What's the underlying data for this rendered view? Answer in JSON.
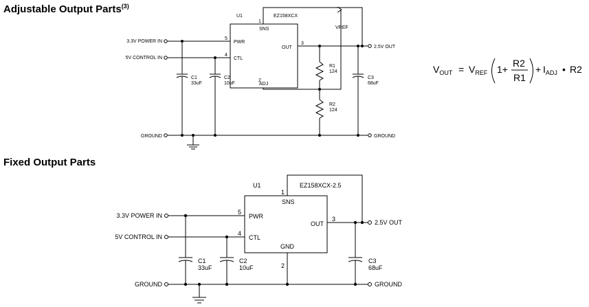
{
  "adjustable": {
    "heading": "Adjustable Output Parts",
    "heading_sup": "(3)",
    "chip_ref": "U1",
    "chip_part": "EZ158XCX",
    "pins": {
      "sns": "SNS",
      "pwr": "PWR",
      "ctl": "CTL",
      "out": "OUT",
      "adj": "ADJ"
    },
    "pin_numbers": {
      "sns": "1",
      "pwr": "5",
      "ctl": "4",
      "out": "3",
      "adj": "2"
    },
    "vref_label": "VREF",
    "inputs": {
      "power": "3.3V POWER IN",
      "control": "5V CONTROL IN",
      "ground": "GROUND"
    },
    "outputs": {
      "vout": "2.5V OUT",
      "ground": "GROUND"
    },
    "c1": {
      "ref": "C1",
      "value": "33uF"
    },
    "c2": {
      "ref": "C2",
      "value": "10uF"
    },
    "c3": {
      "ref": "C3",
      "value": "68uF"
    },
    "r1": {
      "ref": "R1",
      "value": "124"
    },
    "r2": {
      "ref": "R2",
      "value": "124"
    }
  },
  "fixed": {
    "heading": "Fixed Output Parts",
    "chip_ref": "U1",
    "chip_part": "EZ158XCX-2.5",
    "pins": {
      "sns": "SNS",
      "pwr": "PWR",
      "ctl": "CTL",
      "out": "OUT",
      "gnd": "GND"
    },
    "pin_numbers": {
      "sns": "1",
      "pwr": "5",
      "ctl": "4",
      "out": "3",
      "gnd": "2"
    },
    "inputs": {
      "power": "3.3V POWER IN",
      "control": "5V CONTROL IN",
      "ground": "GROUND"
    },
    "outputs": {
      "vout": "2.5V OUT",
      "ground": "GROUND"
    },
    "c1": {
      "ref": "C1",
      "value": "33uF"
    },
    "c2": {
      "ref": "C2",
      "value": "10uF"
    },
    "c3": {
      "ref": "C3",
      "value": "68uF"
    }
  },
  "formula": {
    "v": "V",
    "out_sub": "OUT",
    "equals": "=",
    "ref_sub": "REF",
    "one_plus": "1+",
    "r2": "R2",
    "r1": "R1",
    "plus": "+",
    "i": "I",
    "adj_sub": "ADJ",
    "dot": "•",
    "r2_end": "R2"
  }
}
